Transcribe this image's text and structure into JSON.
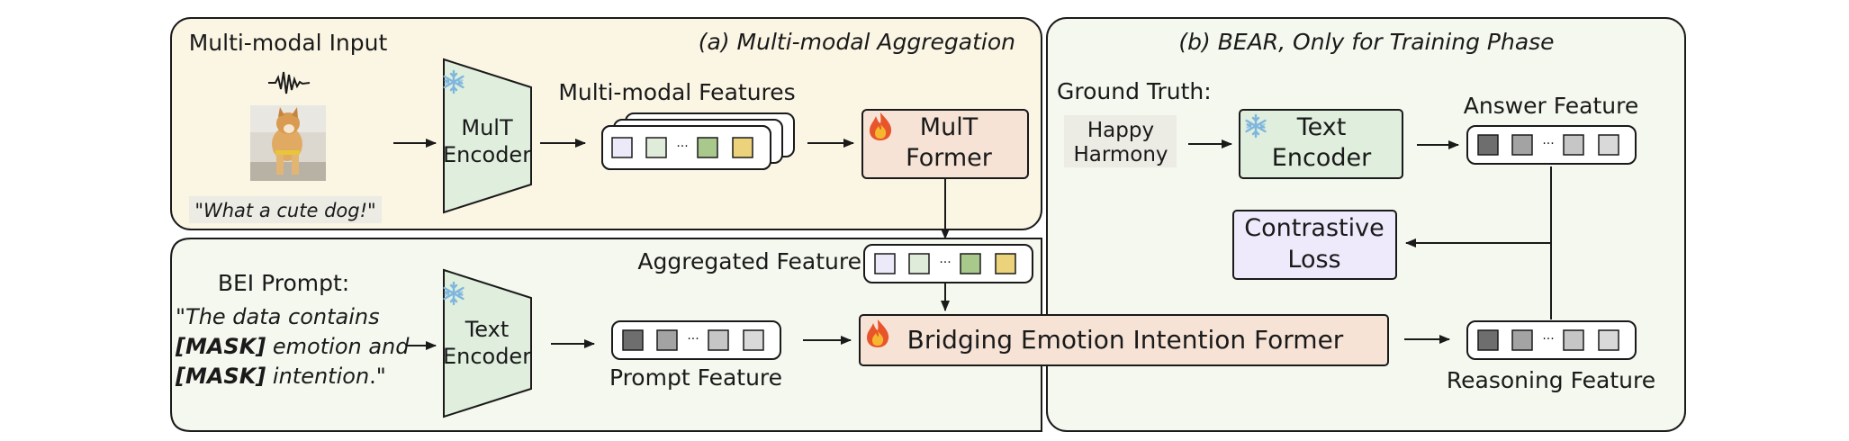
{
  "panel_a": {
    "title": "(a) Multi-modal Aggregation",
    "input_title": "Multi-modal Input",
    "quote": "\"What a cute dog!\"",
    "encoder_line1": "MulT",
    "encoder_line2": "Encoder",
    "features_label": "Multi-modal Features",
    "former_line1": "MulT",
    "former_line2": "Former"
  },
  "panel_b": {
    "title": "(b) BEAR, Only for Training Phase",
    "gt_label": "Ground Truth:",
    "gt_line1": "Happy",
    "gt_line2": "Harmony",
    "encoder_line1": "Text",
    "encoder_line2": "Encoder",
    "answer_label": "Answer Feature",
    "loss_line1": "Contrastive",
    "loss_line2": "Loss",
    "reasoning_label": "Reasoning Feature"
  },
  "bottom": {
    "prompt_title": "BEI Prompt:",
    "prompt_line1": "\"The data contains",
    "prompt_mask1": "[MASK]",
    "prompt_line2_rest": " emotion and",
    "prompt_mask2": "[MASK]",
    "prompt_line3_rest": " intention",
    "prompt_line3_end": ".\"",
    "encoder_line1": "Text",
    "encoder_line2": "Encoder",
    "aggregated_label": "Aggregated Feature",
    "prompt_feature_label": "Prompt Feature",
    "bridging_label": "Bridging Emotion Intention Former"
  },
  "ellipsis": "···",
  "colors": {
    "panel_a_bg": "#fbf5e4",
    "panel_b_bg": "#f4f8ee",
    "bottom_bg": "#f4f8ee",
    "encoder_fill": "#dfeedd",
    "former_fill": "#f6e3d6",
    "loss_fill": "#efeafb",
    "cell_lavender": "#eceaf8",
    "cell_mint": "#dfecd9",
    "cell_green": "#a9c98c",
    "cell_yellow": "#ecd27a",
    "cell_dark": "#6e6e6e",
    "cell_mid": "#a3a3a3",
    "cell_light": "#d9d9d9"
  },
  "icons": [
    "audio-waveform-icon",
    "dog-photo-icon",
    "snowflake-icon",
    "fire-icon"
  ]
}
